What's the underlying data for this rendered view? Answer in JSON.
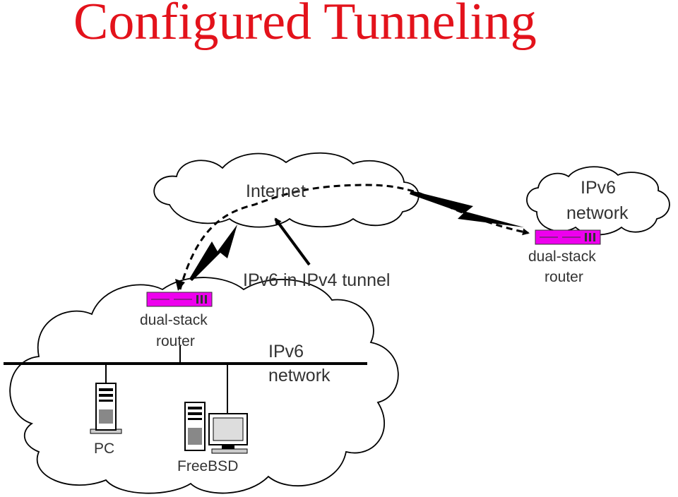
{
  "title": "Configured Tunneling",
  "labels": {
    "internet": "Internet",
    "remote_network_line1": "IPv6",
    "remote_network_line2": "network",
    "remote_router_line1": "dual-stack",
    "remote_router_line2": "router",
    "tunnel": "IPv6 in IPv4 tunnel",
    "local_router_line1": "dual-stack",
    "local_router_line2": "router",
    "local_network_line1": "IPv6",
    "local_network_line2": "network",
    "pc": "PC",
    "freebsd": "FreeBSD"
  },
  "colors": {
    "title": "#e3121b",
    "router": "#ee00ee",
    "cloud_fill": "#ffffff",
    "line": "#000000"
  }
}
